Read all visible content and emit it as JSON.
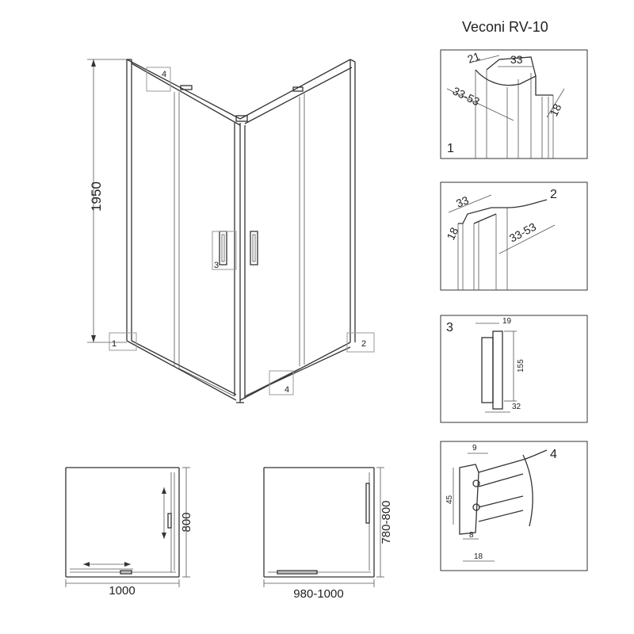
{
  "title": "Veconi RV-10",
  "main": {
    "height_label": "1950",
    "callouts": [
      "1",
      "2",
      "3",
      "4",
      "4"
    ]
  },
  "detail1": {
    "number": "1",
    "dims": [
      "21",
      "33",
      "33-53",
      "18"
    ]
  },
  "detail2": {
    "number": "2",
    "dims": [
      "33",
      "18",
      "33-53"
    ]
  },
  "detail3": {
    "number": "3",
    "dims": [
      "19",
      "155",
      "32"
    ]
  },
  "detail4": {
    "number": "4",
    "dims": [
      "9",
      "45",
      "8",
      "18"
    ]
  },
  "plan1": {
    "width_label": "1000",
    "depth_label": "800"
  },
  "plan2": {
    "width_label": "980-1000",
    "depth_label": "780-800"
  }
}
